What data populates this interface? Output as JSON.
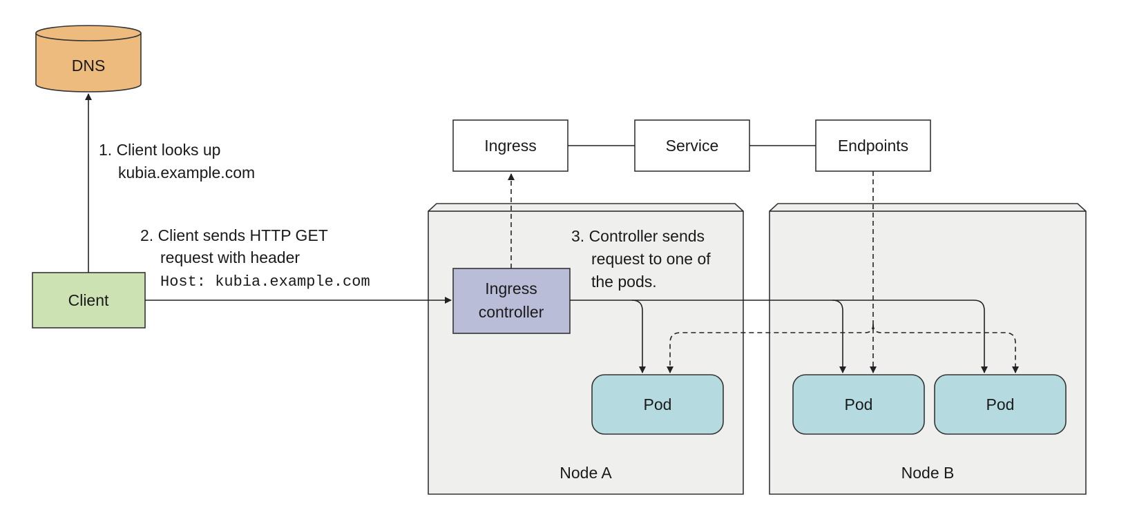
{
  "colors": {
    "dns_fill": "#edbb7e",
    "client_fill": "#cde2b2",
    "controller_fill": "#b9bdd8",
    "pod_fill": "#b5dbe1",
    "node_fill": "#efefee",
    "resource_fill": "#ffffff"
  },
  "dns": {
    "label": "DNS",
    "icon": "database-cylinder"
  },
  "client": {
    "label": "Client"
  },
  "resources": {
    "ingress": "Ingress",
    "service": "Service",
    "endpoints": "Endpoints"
  },
  "controller": {
    "line1": "Ingress",
    "line2": "controller"
  },
  "nodes": {
    "a": {
      "label": "Node A",
      "pods": [
        "Pod"
      ]
    },
    "b": {
      "label": "Node B",
      "pods": [
        "Pod",
        "Pod"
      ]
    }
  },
  "steps": {
    "step1": {
      "line1": "1. Client looks up",
      "line2": "kubia.example.com"
    },
    "step2": {
      "line1": "2. Client sends HTTP GET",
      "line2": "request with header",
      "header_code": "Host: kubia.example.com"
    },
    "step3": {
      "line1": "3. Controller sends",
      "line2": "request to one of",
      "line3": "the pods."
    }
  }
}
